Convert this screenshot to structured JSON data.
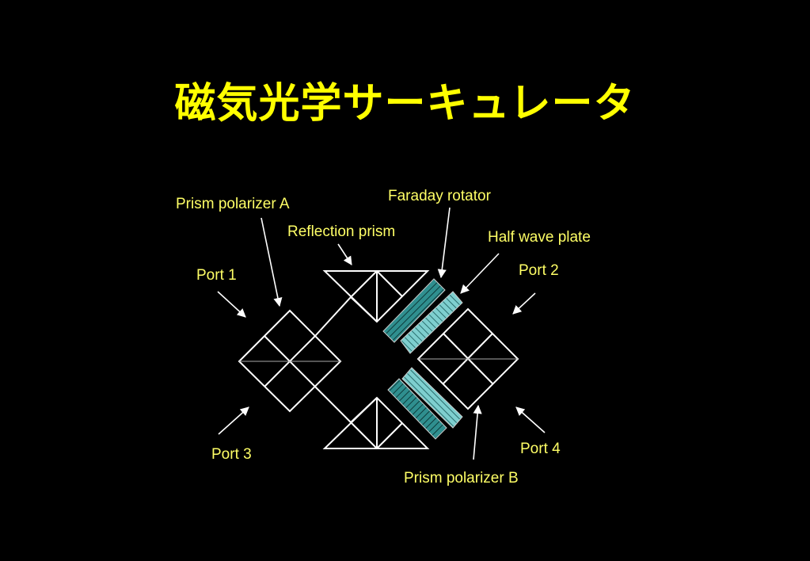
{
  "title": "磁気光学サーキュレータ",
  "labels": {
    "prism_polarizer_a": "Prism polarizer A",
    "prism_polarizer_b": "Prism polarizer B",
    "faraday_rotator": "Faraday rotator",
    "reflection_prism": "Reflection prism",
    "half_wave_plate": "Half wave plate",
    "port1": "Port 1",
    "port2": "Port 2",
    "port3": "Port 3",
    "port4": "Port 4"
  },
  "colors": {
    "background": "#000000",
    "title": "#ffff00",
    "label": "#ffff66",
    "faraday_rotator_fill": "#2f8f8f",
    "half_wave_plate_fill": "#7ecfcf"
  }
}
